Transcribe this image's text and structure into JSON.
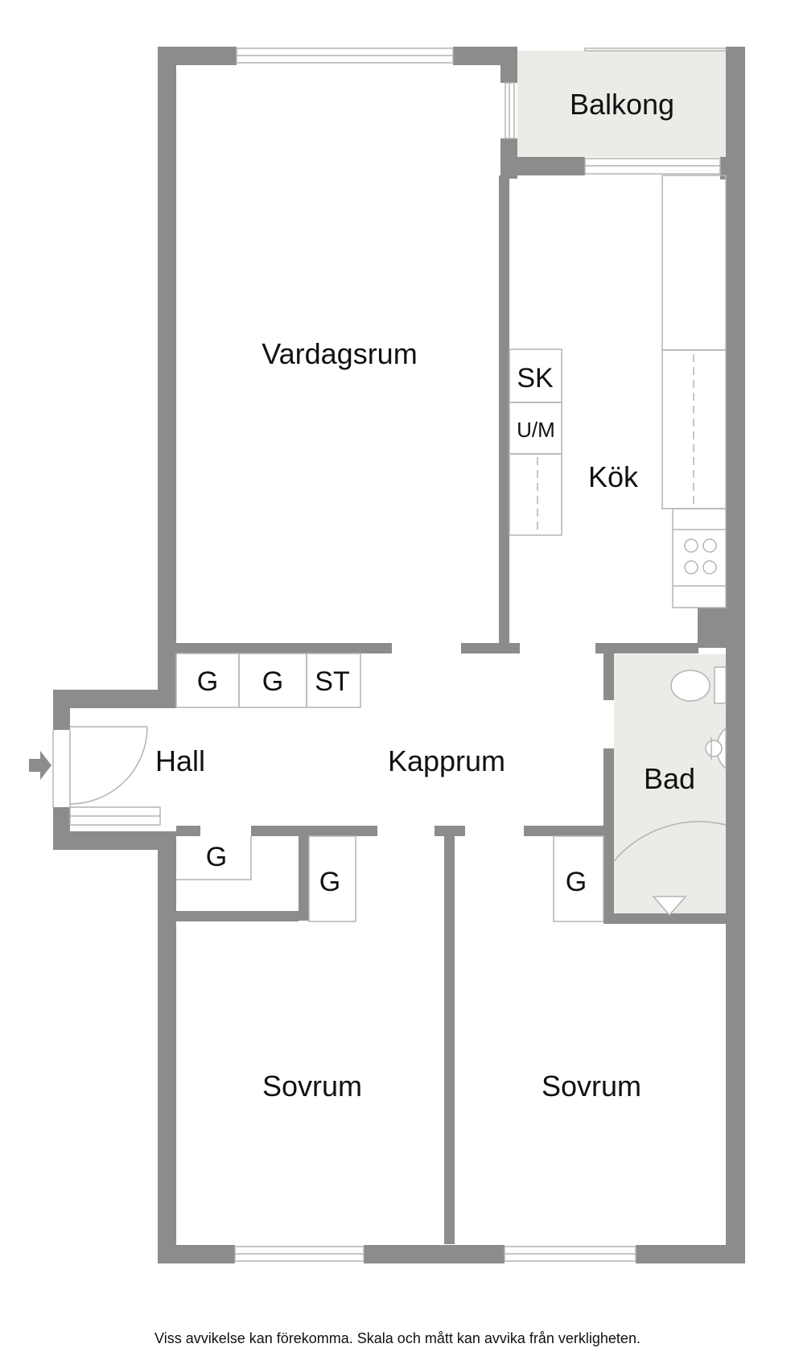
{
  "rooms": {
    "balkong": "Balkong",
    "vardagsrum": "Vardagsrum",
    "kok": "Kök",
    "hall": "Hall",
    "kapprum": "Kapprum",
    "bad": "Bad",
    "sovrum_left": "Sovrum",
    "sovrum_right": "Sovrum"
  },
  "fixtures": {
    "sk": "SK",
    "um": "U/M",
    "g_top_1": "G",
    "g_top_2": "G",
    "st": "ST",
    "g_lower_1": "G",
    "g_lower_2": "G",
    "g_lower_3": "G"
  },
  "footer": {
    "disclaimer": "Viss avvikelse kan förekomma. Skala och mått kan avvika från verkligheten."
  },
  "colors": {
    "wall": "#8c8c8c",
    "tile_floor": "#ecebe7",
    "line": "#b4b4b4"
  }
}
